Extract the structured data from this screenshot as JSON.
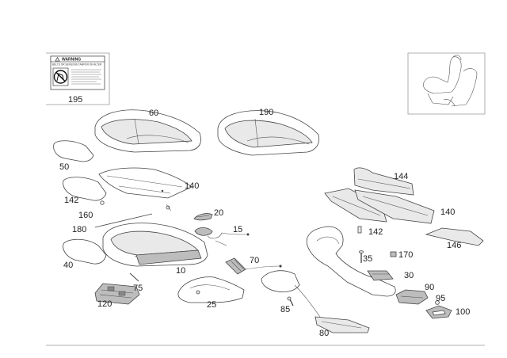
{
  "warning_label": {
    "title": "WARNING",
    "line1": "BELTS OR SENSORS TAMPER OR ALTER",
    "callout": "195"
  },
  "callouts": {
    "c60": "60",
    "c190": "190",
    "c50": "50",
    "c140a": "140",
    "c142a": "142",
    "c20": "20",
    "c160": "160",
    "c180": "180",
    "c15": "15",
    "c40": "40",
    "c70": "70",
    "c10": "10",
    "c75": "75",
    "c120": "120",
    "c25": "25",
    "c85": "85",
    "c80": "80",
    "c144": "144",
    "c140b": "140",
    "c142b": "142",
    "c35": "35",
    "c170": "170",
    "c146": "146",
    "c30": "30",
    "c90": "90",
    "c95": "95",
    "c100": "100"
  }
}
